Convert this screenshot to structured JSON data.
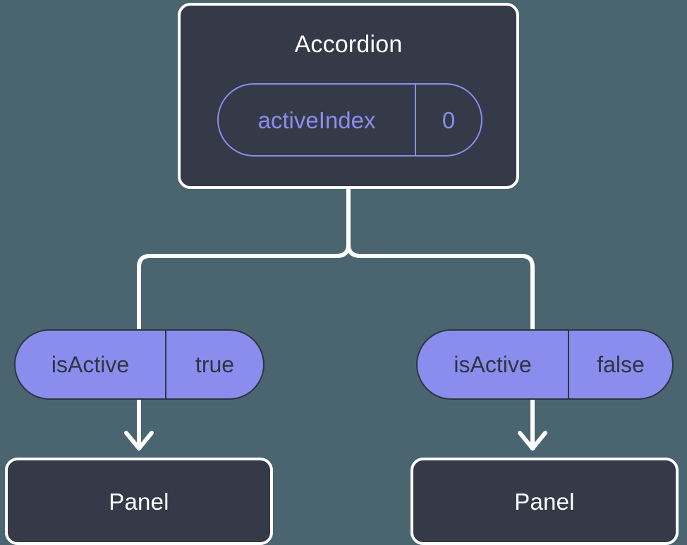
{
  "diagram": {
    "background_color": "#4a6570",
    "node_fill_color": "#343a47",
    "node_border_color": "#ffffff",
    "accent_color": "#8a8ded",
    "connector_color": "#ffffff",
    "root": {
      "title": "Accordion",
      "state_pill": {
        "key": "activeIndex",
        "value": "0",
        "style": "outlined"
      }
    },
    "branches": [
      {
        "id": "left",
        "prop_pill": {
          "key": "isActive",
          "value": "true",
          "style": "filled"
        },
        "child": {
          "title": "Panel"
        }
      },
      {
        "id": "right",
        "prop_pill": {
          "key": "isActive",
          "value": "false",
          "style": "filled"
        },
        "child": {
          "title": "Panel"
        }
      }
    ]
  }
}
